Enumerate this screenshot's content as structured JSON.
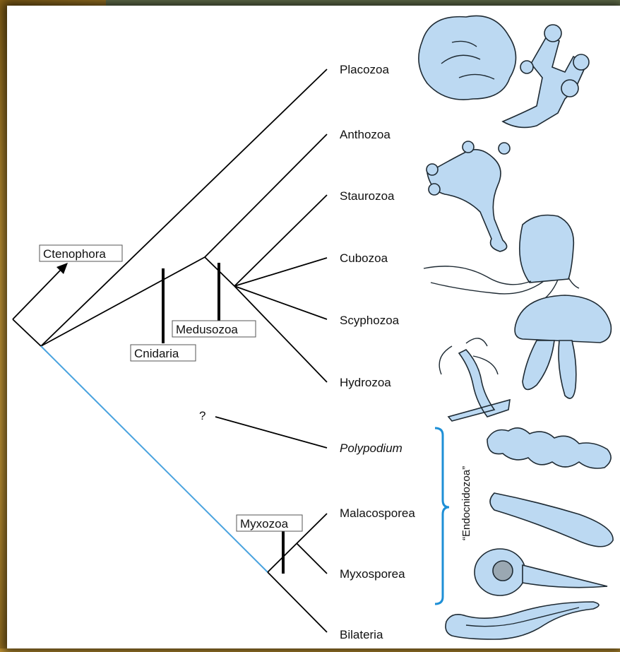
{
  "taxa": {
    "placozoa": "Placozoa",
    "anthozoa": "Anthozoa",
    "staurozoa": "Staurozoa",
    "cubozoa": "Cubozoa",
    "scyphozoa": "Scyphozoa",
    "hydrozoa": "Hydrozoa",
    "polypodium": "Polypodium",
    "malacosporea": "Malacosporea",
    "myxosporea": "Myxosporea",
    "bilateria": "Bilateria"
  },
  "clades": {
    "ctenophora": "Ctenophora",
    "cnidaria": "Cnidaria",
    "medusozoa": "Medusozoa",
    "myxozoa": "Myxozoa"
  },
  "bracket_label": "“Endocnidozoa”",
  "unknown_marker": "?",
  "colors": {
    "background": "#c99a35",
    "card": "#ffffff",
    "highlight_branch": "#4aa3df",
    "bracket": "#1e8fd6",
    "animal_fill": "#bcd9f2"
  }
}
